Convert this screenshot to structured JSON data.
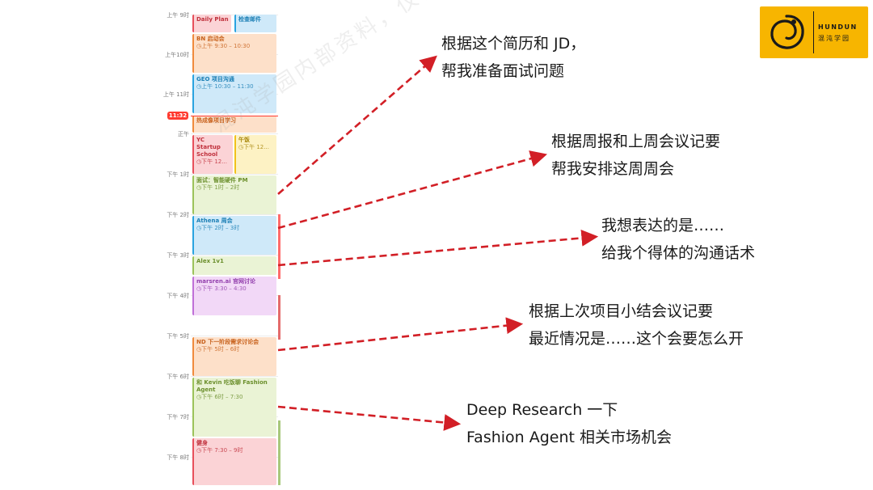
{
  "calendar": {
    "hour_labels": [
      {
        "text": "上午 9时"
      },
      {
        "text": "上午10时"
      },
      {
        "text": "上午 11时"
      },
      {
        "text": "正午"
      },
      {
        "text": "下午 1时"
      },
      {
        "text": "下午 2时"
      },
      {
        "text": "下午 3时"
      },
      {
        "text": "下午 4时"
      },
      {
        "text": "下午 5时"
      },
      {
        "text": "下午 6时"
      },
      {
        "text": "下午 7时"
      },
      {
        "text": "下午 8时"
      }
    ],
    "now_badge": "11:32",
    "events": [
      {
        "title": "Daily Plan",
        "time": "",
        "fill": "#fbd3d6",
        "accent": "#e8505b",
        "text": "#c0303c"
      },
      {
        "title": "检查邮件",
        "time": "",
        "fill": "#cfe9f9",
        "accent": "#2aa3e0",
        "text": "#1b7fb5"
      },
      {
        "title": "BN 启动会",
        "time": "上午 9:30 – 10:30",
        "fill": "#fde0c9",
        "accent": "#f08a3c",
        "text": "#c8621d"
      },
      {
        "title": "GEO 项目沟通",
        "time": "上午 10:30 – 11:30",
        "fill": "#cfe9f9",
        "accent": "#2aa3e0",
        "text": "#1b7fb5"
      },
      {
        "title": "热成像项目学习",
        "time": "",
        "fill": "#fde0c9",
        "accent": "#f08a3c",
        "text": "#c8621d"
      },
      {
        "title": "YC Startup School",
        "time": "下午 12...",
        "fill": "#fbd3d6",
        "accent": "#e8505b",
        "text": "#c0303c"
      },
      {
        "title": "午饭",
        "time": "下午 12...",
        "fill": "#fdf2c4",
        "accent": "#f1c21b",
        "text": "#a8860a"
      },
      {
        "title": "面试：智能硬件 PM",
        "time": "下午 1时 – 2时",
        "fill": "#eaf3d5",
        "accent": "#9cc35a",
        "text": "#6b8f2c"
      },
      {
        "title": "Athena 周会",
        "time": "下午 2时 – 3时",
        "fill": "#cfe9f9",
        "accent": "#2aa3e0",
        "text": "#1b7fb5"
      },
      {
        "title": "Alex 1v1",
        "time": "",
        "fill": "#eaf3d5",
        "accent": "#9cc35a",
        "text": "#6b8f2c"
      },
      {
        "title": "marsren.ai 官网讨论",
        "time": "下午 3:30 – 4:30",
        "fill": "#f2d8f7",
        "accent": "#c070d8",
        "text": "#9340ad"
      },
      {
        "title": "ND 下一阶段需求讨论会",
        "time": "下午 5时 – 6时",
        "fill": "#fde0c9",
        "accent": "#f08a3c",
        "text": "#c8621d"
      },
      {
        "title": "和 Kevin 吃饭聊 Fashion Agent",
        "time": "下午 6时 – 7:30",
        "fill": "#eaf3d5",
        "accent": "#9cc35a",
        "text": "#6b8f2c"
      },
      {
        "title": "健身",
        "time": "下午 7:30 – 9时",
        "fill": "#fbd3d6",
        "accent": "#e8505b",
        "text": "#c0303c"
      }
    ]
  },
  "watermark": "混沌学园内部资料，仅供学员使用",
  "prompts": [
    {
      "lines": [
        "根据这个简历和 JD，",
        "帮我准备面试问题"
      ]
    },
    {
      "lines": [
        "根据周报和上周会议记要",
        "帮我安排这周周会"
      ]
    },
    {
      "lines": [
        "我想表达的是……",
        "给我个得体的沟通话术"
      ]
    },
    {
      "lines": [
        "根据上次项目小结会议记要",
        "最近情况是……这个会要怎么开"
      ]
    },
    {
      "lines": [
        "Deep Research 一下",
        "Fashion Agent 相关市场机会"
      ]
    }
  ],
  "arrow_color": "#d21f26",
  "logo": {
    "en": "HUNDUN",
    "cn": "混沌学园",
    "bg": "#f7b500"
  }
}
